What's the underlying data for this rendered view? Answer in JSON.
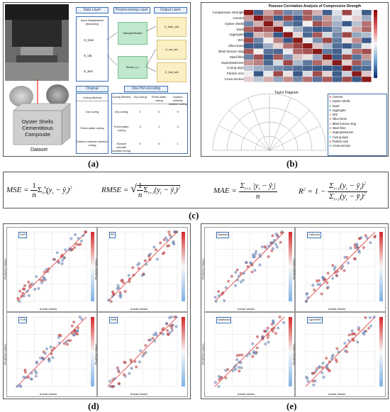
{
  "labels": {
    "a": "(a)",
    "b": "(b)",
    "c": "(c)",
    "d": "(d)",
    "e": "(e)"
  },
  "panel_a": {
    "composite_title": "Oyster Shells Cementitious Composite",
    "dataset_label": "Dataset",
    "data_layer": "Data Layer",
    "input_data": "Input Data(feature (features))",
    "preprocessing_layer": "Preprocessing Layer",
    "output_layer": "Output Layer",
    "standardize": "StandardScaler",
    "x_items": [
      "X_train",
      "X_val",
      "X_test"
    ],
    "out_items": [
      "X_train_std",
      "X_val_std",
      "X_test_std"
    ],
    "original": "Original",
    "onehot": "One-Hot encoding",
    "curing_method": "Curing Method",
    "curing_rows": [
      "Dry curing",
      "Fresh water curing",
      "Sodium chloride solution curing"
    ],
    "onehot_cols": [
      "Curing Method",
      "Dry curing",
      "Fresh water curing",
      "Sodium chloride solution curing"
    ]
  },
  "panel_b": {
    "heatmap_title": "Pearson Correlation Analysis of Compressive Strength",
    "taylor_title": "Taylor Diagram",
    "features": [
      "Compressive Strength",
      "Cement",
      "Oyster Shells",
      "Sand",
      "Aggregate",
      "W/C",
      "Silica fume",
      "Blast furnace slag",
      "Steel fibre",
      "Superplasticizer",
      "Curing days",
      "Particle size",
      "Cross-section"
    ],
    "legend": [
      "Cement",
      "Oyster Shells",
      "Sand",
      "Aggregate",
      "W/C",
      "Silica fume",
      "Blast furnace slag",
      "Steel fibre",
      "Superplasticizer",
      "Curing days",
      "Particle size",
      "Cross-section"
    ]
  },
  "panel_c": {
    "mse": "MSE",
    "rmse": "RMSE",
    "mae": "MAE",
    "r2": "R"
  },
  "panel_d": {
    "plots": [
      {
        "model": "SVR"
      },
      {
        "model": "RF"
      },
      {
        "model": "XGB"
      },
      {
        "model": "ANN"
      }
    ],
    "xlabel": "Actual Values",
    "ylabel": "Predicted Values"
  },
  "panel_e": {
    "plots": [
      {
        "model": "Stacked"
      },
      {
        "model": "Catboost"
      },
      {
        "model": "AdaBoost"
      },
      {
        "model": "LightGBM"
      }
    ],
    "xlabel": "Actual Values",
    "ylabel": "Predicted Values"
  }
}
